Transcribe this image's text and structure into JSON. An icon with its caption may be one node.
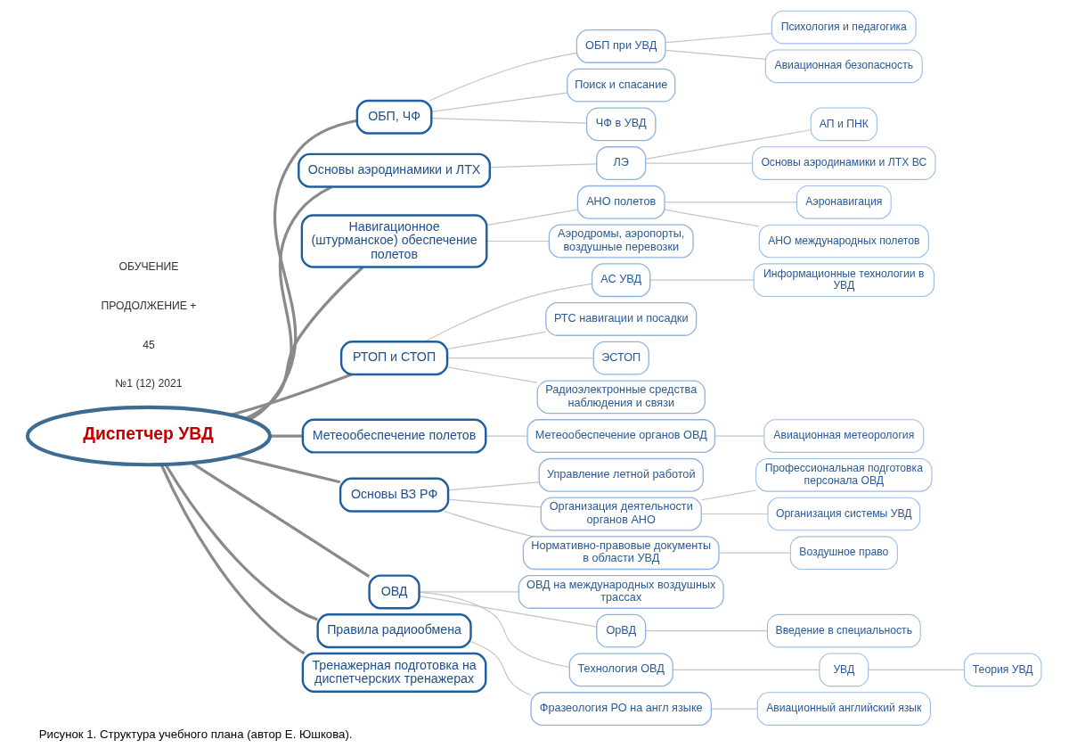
{
  "diagram": {
    "caption": "Рисунок 1. Структура учебного плана (автор Е. Юшкова).",
    "nodes": [
      {
        "text": [
          "Диспетчер УВД"
        ]
      },
      {
        "text": [
          "ОБП, ЧФ"
        ]
      },
      {
        "text": [
          "ОБП при УВД"
        ]
      },
      {
        "text": [
          "Психология и педагогика"
        ]
      },
      {
        "text": [
          "Авиационная безопасность"
        ]
      },
      {
        "text": [
          "Поиск и спасание"
        ]
      },
      {
        "text": [
          "ЧФ в УВД"
        ]
      },
      {
        "text": [
          "Основы аэродинамики и ЛТХ"
        ]
      },
      {
        "text": [
          "ЛЭ"
        ]
      },
      {
        "text": [
          "АП и ПНК"
        ]
      },
      {
        "text": [
          "Основы аэродинамики и ЛТХ ВС"
        ]
      },
      {
        "text": [
          "Навигационное (штурманское) обеспечение полетов"
        ]
      },
      {
        "text": [
          "АНО полетов"
        ]
      },
      {
        "text": [
          "Аэронавигация"
        ]
      },
      {
        "text": [
          "АНО международных полетов"
        ]
      },
      {
        "text": [
          "Аэродромы, аэропорты, воздушные перевозки"
        ]
      },
      {
        "text": [
          "РТОП и СТОП"
        ]
      },
      {
        "text": [
          "АС УВД"
        ]
      },
      {
        "text": [
          "Информационные технологии в УВД"
        ]
      },
      {
        "text": [
          "РТС навигации и посадки"
        ]
      },
      {
        "text": [
          "ЭСТОП"
        ]
      },
      {
        "text": [
          "Радиоэлектронные средства наблюдения и связи"
        ]
      },
      {
        "text": [
          "Метеообеспечение полетов"
        ]
      },
      {
        "text": [
          "Метеообеспечение органов ОВД"
        ]
      },
      {
        "text": [
          "Авиационная метеорология"
        ]
      },
      {
        "text": [
          "Основы ВЗ РФ"
        ]
      },
      {
        "text": [
          "Управление летной работой"
        ]
      },
      {
        "text": [
          "Организация деятельности органов АНО"
        ]
      },
      {
        "text": [
          "Профессиональная подготовка персонала ОВД"
        ]
      },
      {
        "text": [
          "Организация системы УВД"
        ]
      },
      {
        "text": [
          "Нормативно-правовые документы в области УВД"
        ]
      },
      {
        "text": [
          "Воздушное право"
        ]
      },
      {
        "text": [
          "ОВД"
        ]
      },
      {
        "text": [
          "ОВД на международных воздушных трассах"
        ]
      },
      {
        "text": [
          "ОрВД"
        ]
      },
      {
        "text": [
          "Введение в специальность"
        ]
      },
      {
        "text": [
          "Технология ОВД"
        ]
      },
      {
        "text": [
          "УВД"
        ]
      },
      {
        "text": [
          "Теория УВД"
        ]
      },
      {
        "text": [
          "Правила радиообмена"
        ]
      },
      {
        "text": [
          "Фразеология РО на англ языке"
        ]
      },
      {
        "text": [
          "Авиационный английский язык"
        ]
      },
      {
        "text": [
          "Тренажерная подготовка на диспетчерских тренажерах"
        ]
      }
    ],
    "edges": [
      {
        "from": 0,
        "to": 1,
        "arrow": "none",
        "style": "thick",
        "color": "#8a8a8a"
      },
      {
        "from": 1,
        "to": 2,
        "arrow": "none"
      },
      {
        "from": 2,
        "to": 3,
        "arrow": "none"
      },
      {
        "from": 2,
        "to": 4,
        "arrow": "none"
      },
      {
        "from": 1,
        "to": 5,
        "arrow": "none"
      },
      {
        "from": 1,
        "to": 6,
        "arrow": "none"
      },
      {
        "from": 0,
        "to": 7,
        "arrow": "none",
        "style": "thick",
        "color": "#8a8a8a"
      },
      {
        "from": 7,
        "to": 8,
        "arrow": "none"
      },
      {
        "from": 8,
        "to": 9,
        "arrow": "none"
      },
      {
        "from": 8,
        "to": 10,
        "arrow": "none"
      },
      {
        "from": 0,
        "to": 11,
        "arrow": "none",
        "style": "thick",
        "color": "#8a8a8a"
      },
      {
        "from": 11,
        "to": 12,
        "arrow": "none"
      },
      {
        "from": 12,
        "to": 13,
        "arrow": "none"
      },
      {
        "from": 12,
        "to": 14,
        "arrow": "none"
      },
      {
        "from": 11,
        "to": 15,
        "arrow": "none"
      },
      {
        "from": 0,
        "to": 16,
        "arrow": "none",
        "style": "thick",
        "color": "#8a8a8a"
      },
      {
        "from": 16,
        "to": 17,
        "arrow": "none"
      },
      {
        "from": 17,
        "to": 18,
        "arrow": "none"
      },
      {
        "from": 16,
        "to": 19,
        "arrow": "none"
      },
      {
        "from": 16,
        "to": 20,
        "arrow": "none"
      },
      {
        "from": 16,
        "to": 21,
        "arrow": "none"
      },
      {
        "from": 0,
        "to": 22,
        "arrow": "none",
        "style": "thick",
        "color": "#8a8a8a"
      },
      {
        "from": 22,
        "to": 23,
        "arrow": "none"
      },
      {
        "from": 23,
        "to": 24,
        "arrow": "none"
      },
      {
        "from": 0,
        "to": 25,
        "arrow": "none",
        "style": "thick",
        "color": "#8a8a8a"
      },
      {
        "from": 25,
        "to": 26,
        "arrow": "none"
      },
      {
        "from": 25,
        "to": 27,
        "arrow": "none"
      },
      {
        "from": 27,
        "to": 28,
        "arrow": "none"
      },
      {
        "from": 27,
        "to": 29,
        "arrow": "none"
      },
      {
        "from": 25,
        "to": 30,
        "arrow": "none"
      },
      {
        "from": 30,
        "to": 31,
        "arrow": "none"
      },
      {
        "from": 0,
        "to": 32,
        "arrow": "none",
        "style": "thick",
        "color": "#8a8a8a"
      },
      {
        "from": 32,
        "to": 33,
        "arrow": "none"
      },
      {
        "from": 32,
        "to": 34,
        "arrow": "none"
      },
      {
        "from": 34,
        "to": 35,
        "arrow": "none"
      },
      {
        "from": 32,
        "to": 36,
        "arrow": "none"
      },
      {
        "from": 36,
        "to": 37,
        "arrow": "none"
      },
      {
        "from": 37,
        "to": 38,
        "arrow": "none"
      },
      {
        "from": 0,
        "to": 39,
        "arrow": "none",
        "style": "thick",
        "color": "#8a8a8a"
      },
      {
        "from": 39,
        "to": 40,
        "arrow": "none"
      },
      {
        "from": 40,
        "to": 41,
        "arrow": "none"
      },
      {
        "from": 0,
        "to": 42,
        "arrow": "none",
        "style": "thick",
        "color": "#8a8a8a"
      }
    ],
    "labels": [
      "№1 (12) 2021",
      "45",
      "ПРОДОЛЖЕНИЕ +",
      "ОБУЧЕНИЕ"
    ]
  }
}
